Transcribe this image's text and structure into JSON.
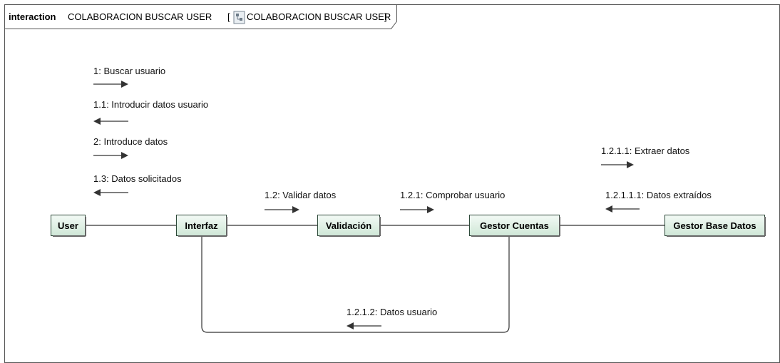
{
  "header": {
    "keyword": "interaction",
    "name": "COLABORACION BUSCAR USER",
    "bracket_open": "[",
    "ref_name": "COLABORACION BUSCAR USER",
    "bracket_close": "]"
  },
  "lifelines": {
    "user": "User",
    "interfaz": "Interfaz",
    "validacion": "Validación",
    "gestor_cuentas": "Gestor Cuentas",
    "gestor_bd": "Gestor Base Datos"
  },
  "messages": {
    "m1": "1: Buscar usuario",
    "m1_1": "1.1: Introducir datos usuario",
    "m2": "2: Introduce datos",
    "m1_3": "1.3: Datos solicitados",
    "m1_2": "1.2: Validar datos",
    "m1_2_1": "1.2.1: Comprobar usuario",
    "m1_2_1_1": "1.2.1.1: Extraer datos",
    "m1_2_1_1_1": "1.2.1.1.1: Datos extraídos",
    "m1_2_1_2": "1.2.1.2: Datos usuario"
  },
  "colors": {
    "box_fill_top": "#f3faf5",
    "box_fill_bottom": "#cfe7d7",
    "box_border": "#2e4a3a",
    "line": "#333333"
  }
}
